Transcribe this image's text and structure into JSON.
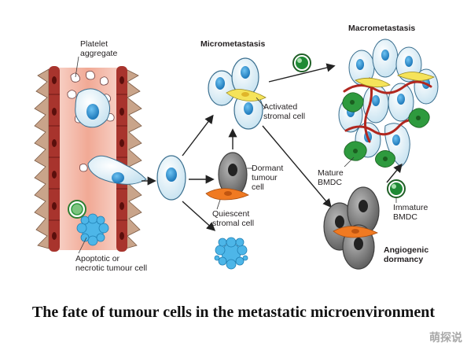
{
  "labels": {
    "platelet_aggregate": "Platelet\naggregate",
    "micrometastasis": "Micrometastasis",
    "macrometastasis": "Macrometastasis",
    "activated_stromal_cell": "Activated\nstromal cell",
    "dormant_tumour_cell": "Dormant\ntumour\ncell",
    "quiescent_stromal_cell": "Quiescent\nstromal cell",
    "mature_bmdc": "Mature\nBMDC",
    "immature_bmdc": "Immature\nBMDC",
    "angiogenic_dormancy": "Angiogenic\ndormancy",
    "apoptotic_cell": "Apoptotic or\nnecrotic tumour cell"
  },
  "caption": "The fate of tumour cells in the metastatic microenvironment",
  "watermark": "萌探说",
  "colors": {
    "vessel_wall": "#a8342d",
    "vessel_lumen": "#f3b8a8",
    "tumour_cell_fill": "#d6ebf5",
    "nucleus": "#2b8ccd",
    "stromal_orange": "#f07a22",
    "stromal_yellow": "#f5e35a",
    "dormant_grey": "#6e6e6e",
    "bmdc_green": "#2e9a3e",
    "capillary_red": "#b1271f"
  }
}
